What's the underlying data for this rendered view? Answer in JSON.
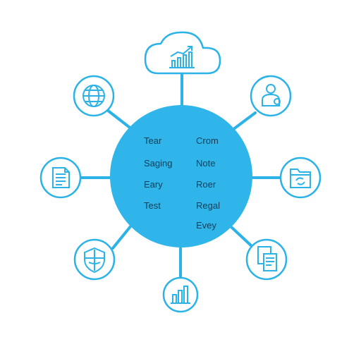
{
  "colors": {
    "accent": "#2bb2e6",
    "accent_dark": "#1f9fd3",
    "hub_fill": "#2fb5ea",
    "text": "#0f3d57",
    "node_bg": "#ffffff"
  },
  "hub": {
    "left_column": [
      "Tear",
      "Saging",
      "Eary",
      "Test"
    ],
    "right_column": [
      "Crom",
      "Note",
      "Roer",
      "Regal",
      "Evey"
    ]
  },
  "nodes": [
    {
      "id": "top",
      "icon": "cloud-analytics-icon"
    },
    {
      "id": "top-left",
      "icon": "globe-icon"
    },
    {
      "id": "top-right",
      "icon": "user-profile-icon"
    },
    {
      "id": "left",
      "icon": "document-icon"
    },
    {
      "id": "right",
      "icon": "folder-sync-icon"
    },
    {
      "id": "bottom-left",
      "icon": "shield-icon"
    },
    {
      "id": "bottom-right",
      "icon": "documents-icon"
    },
    {
      "id": "bottom",
      "icon": "bar-chart-icon"
    }
  ]
}
